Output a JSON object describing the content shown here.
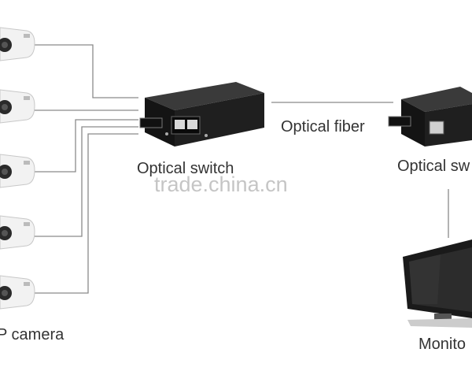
{
  "labels": {
    "optical_fiber": "Optical fiber",
    "optical_switch_left": "Optical switch",
    "optical_switch_right": "Optical sw",
    "ip_camera": "P camera",
    "monitor": "Monito"
  },
  "watermark": "trade.china.cn",
  "colors": {
    "line": "#8a8a8a",
    "device_body": "#1c1c1c",
    "camera_body": "#f2f2f2",
    "text": "#333333"
  }
}
